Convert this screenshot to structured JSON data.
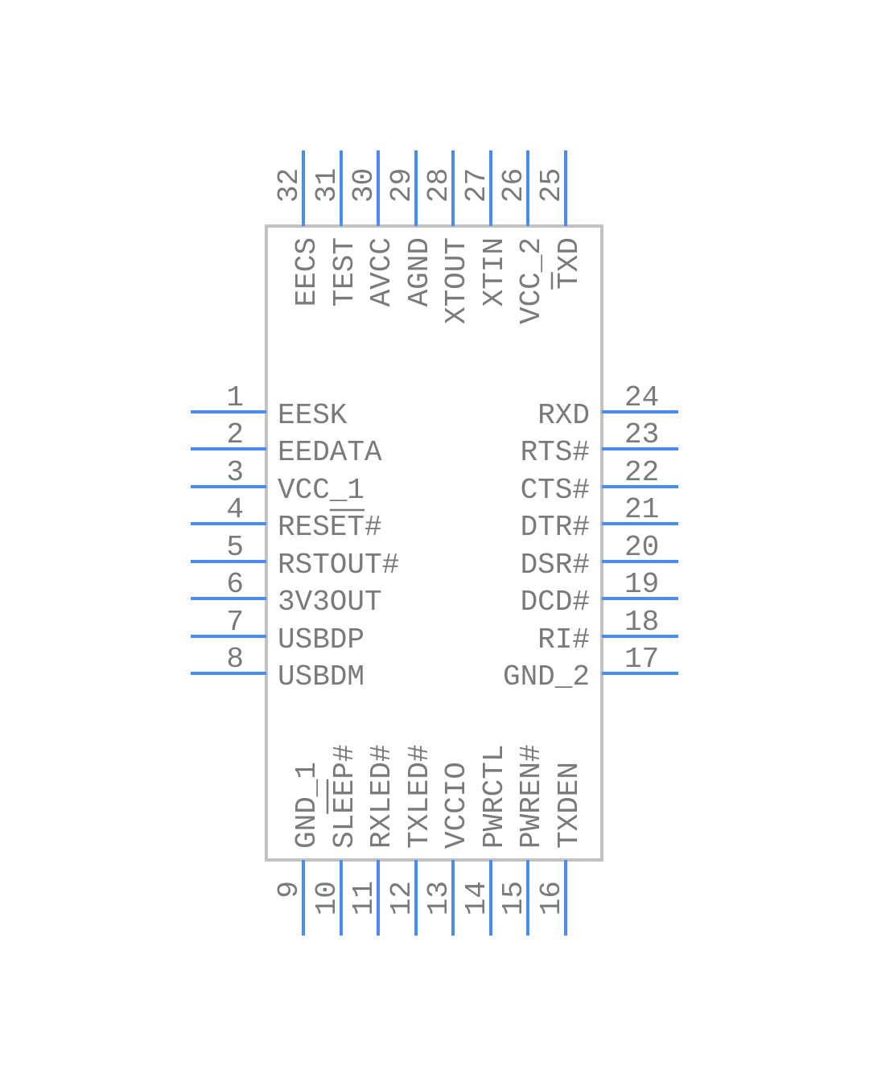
{
  "pins": {
    "left": [
      {
        "number": "1",
        "name": "EESK"
      },
      {
        "number": "2",
        "name": "EEDATA"
      },
      {
        "number": "3",
        "name": "VCC_1"
      },
      {
        "number": "4",
        "name": "RESET#",
        "overline": true
      },
      {
        "number": "5",
        "name": "RSTOUT#"
      },
      {
        "number": "6",
        "name": "3V3OUT"
      },
      {
        "number": "7",
        "name": "USBDP"
      },
      {
        "number": "8",
        "name": "USBDM"
      }
    ],
    "bottom": [
      {
        "number": "9",
        "name": "GND_1"
      },
      {
        "number": "10",
        "name": "SLEEP#",
        "overline": true
      },
      {
        "number": "11",
        "name": "RXLED#"
      },
      {
        "number": "12",
        "name": "TXLED#"
      },
      {
        "number": "13",
        "name": "VCCIO"
      },
      {
        "number": "14",
        "name": "PWRCTL"
      },
      {
        "number": "15",
        "name": "PWREN#"
      },
      {
        "number": "16",
        "name": "TXDEN"
      }
    ],
    "right": [
      {
        "number": "17",
        "name": "GND_2"
      },
      {
        "number": "18",
        "name": "RI#"
      },
      {
        "number": "19",
        "name": "DCD#"
      },
      {
        "number": "20",
        "name": "DSR#"
      },
      {
        "number": "21",
        "name": "DTR#"
      },
      {
        "number": "22",
        "name": "CTS#"
      },
      {
        "number": "23",
        "name": "RTS#"
      },
      {
        "number": "24",
        "name": "RXD"
      }
    ],
    "top": [
      {
        "number": "25",
        "name": "TXD",
        "overline": true
      },
      {
        "number": "26",
        "name": "VCC_2"
      },
      {
        "number": "27",
        "name": "XTIN"
      },
      {
        "number": "28",
        "name": "XTOUT"
      },
      {
        "number": "29",
        "name": "AGND"
      },
      {
        "number": "30",
        "name": "AVCC"
      },
      {
        "number": "31",
        "name": "TEST"
      },
      {
        "number": "32",
        "name": "EECS"
      }
    ]
  },
  "colors": {
    "pin": "#4a8cf0",
    "body": "#c2c2c2",
    "text": "#7a7a7a"
  }
}
